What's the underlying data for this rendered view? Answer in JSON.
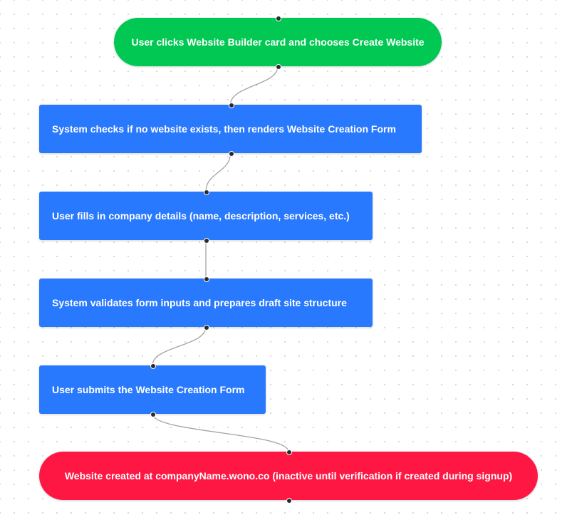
{
  "flowchart": {
    "colors": {
      "start": "#00c853",
      "process": "#2979ff",
      "end": "#ff1744",
      "edge": "#a3a3a3",
      "handle": "#2b2b2b"
    },
    "nodes": [
      {
        "id": "start",
        "shape": "terminal",
        "label": "User clicks Website Builder card and chooses Create Website"
      },
      {
        "id": "check",
        "shape": "process",
        "label": "System checks if no website exists, then renders Website Creation Form"
      },
      {
        "id": "fill",
        "shape": "process",
        "label": "User fills in company details (name, description, services, etc.)"
      },
      {
        "id": "validate",
        "shape": "process",
        "label": "System validates form inputs and prepares draft site structure"
      },
      {
        "id": "submit",
        "shape": "process",
        "label": "User submits the Website Creation Form"
      },
      {
        "id": "end",
        "shape": "terminal",
        "label": "Website created at companyName.wono.co (inactive until verification if created during signup)"
      }
    ],
    "edges": [
      {
        "from": "start",
        "to": "check"
      },
      {
        "from": "check",
        "to": "fill"
      },
      {
        "from": "fill",
        "to": "validate"
      },
      {
        "from": "validate",
        "to": "submit"
      },
      {
        "from": "submit",
        "to": "end"
      }
    ]
  }
}
